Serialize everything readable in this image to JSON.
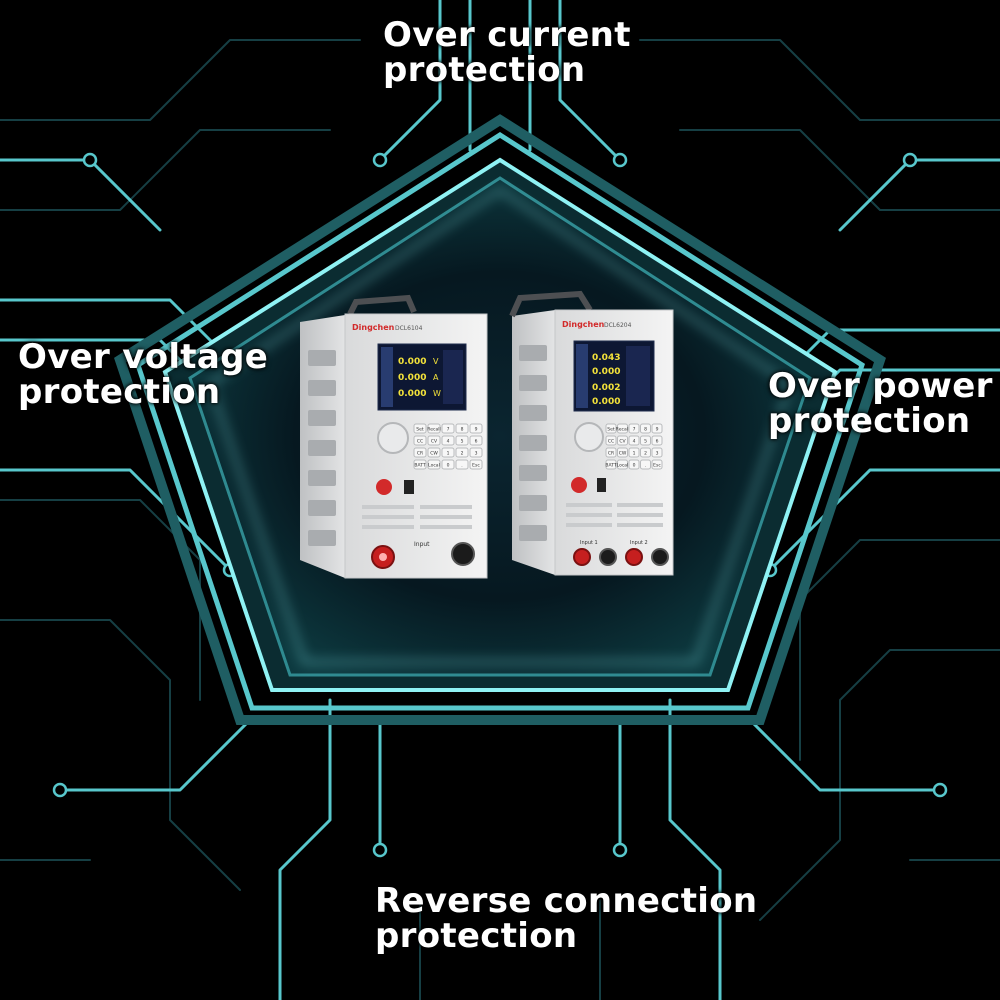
{
  "labels": {
    "over_current": [
      "Over current",
      "protection"
    ],
    "over_voltage": [
      "Over voltage",
      "protection"
    ],
    "over_power": [
      "Over power",
      "protection"
    ],
    "reverse_connection": [
      "Reverse connection",
      "protection"
    ]
  },
  "device_left": {
    "brand": "Dingchen",
    "model": "DCL6104",
    "readings": [
      "0.000",
      "0.000",
      "0.000"
    ],
    "units": [
      "V",
      "A",
      "W"
    ],
    "keys": [
      "Set",
      "Recall",
      "7",
      "8",
      "9",
      "CC",
      "CV",
      "4",
      "5",
      "6",
      "CR",
      "CW",
      "1",
      "2",
      "3",
      "BATT",
      "Local",
      "0",
      ".",
      "Esc"
    ],
    "port_label": "Input"
  },
  "device_right": {
    "brand": "Dingchen",
    "model": "DCL6204",
    "readings": [
      "0.043",
      "0.000",
      "0.002",
      "0.000"
    ],
    "keys": [
      "Set",
      "Recall",
      "7",
      "8",
      "9",
      "CC",
      "CV",
      "4",
      "5",
      "6",
      "CR",
      "CW",
      "1",
      "2",
      "3",
      "BATT",
      "Local",
      "0",
      ".",
      "Esc"
    ],
    "port_labels": [
      "Input 1",
      "Input 2"
    ]
  },
  "colors": {
    "background": "#000000",
    "circuit": "#58c7cc",
    "circuit_dim": "#1f5e63",
    "glow": "#8ff2f4",
    "text": "#ffffff",
    "brand_red": "#d22a2a",
    "reading_yellow": "#f3e23a"
  }
}
